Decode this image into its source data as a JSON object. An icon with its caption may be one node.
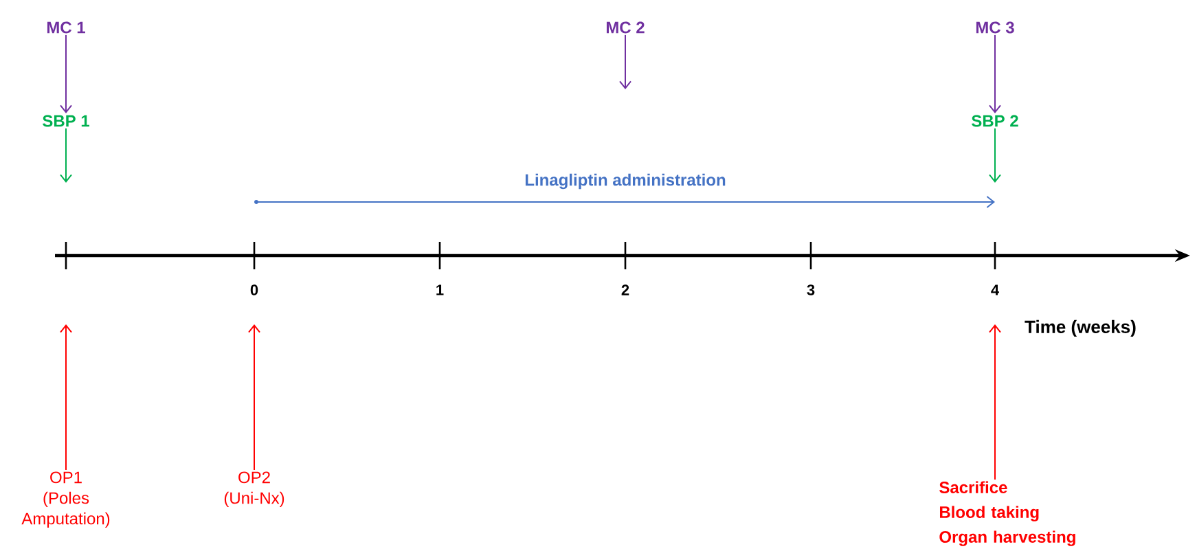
{
  "diagram": {
    "nodes": [
      {
        "text": [
          "MC 1"
        ]
      },
      {
        "text": [
          "MC 2"
        ]
      },
      {
        "text": [
          "MC 3"
        ]
      },
      {
        "text": [
          "SBP 1"
        ]
      },
      {
        "text": [
          "SBP 2"
        ]
      },
      {
        "text": [
          "OP1",
          "(Poles Amputation)"
        ]
      },
      {
        "text": [
          "OP2",
          "(Uni-Nx)"
        ]
      },
      {
        "text": [
          "Sacrifice",
          "Blood taking",
          "Organ harvesting"
        ]
      }
    ],
    "edges": [
      {
        "from": 0,
        "to": 3,
        "arrow": "to",
        "color": "#7030a0"
      },
      {
        "from": 1,
        "to": null,
        "arrow": "to",
        "color": "#7030a0"
      },
      {
        "from": 2,
        "to": 4,
        "arrow": "to",
        "color": "#7030a0"
      },
      {
        "from": 3,
        "to": null,
        "arrow": "to",
        "color": "#00b050"
      },
      {
        "from": 4,
        "to": null,
        "arrow": "to",
        "color": "#00b050"
      },
      {
        "from": 5,
        "to": null,
        "arrow": "to",
        "color": "#ff0000"
      },
      {
        "from": 6,
        "to": null,
        "arrow": "to",
        "color": "#ff0000"
      },
      {
        "from": 7,
        "to": null,
        "arrow": "to",
        "color": "#ff0000"
      }
    ],
    "labels": [
      "Linagliptin  administration",
      "0",
      "1",
      "2",
      "3",
      "4",
      "Time (weeks)"
    ]
  }
}
